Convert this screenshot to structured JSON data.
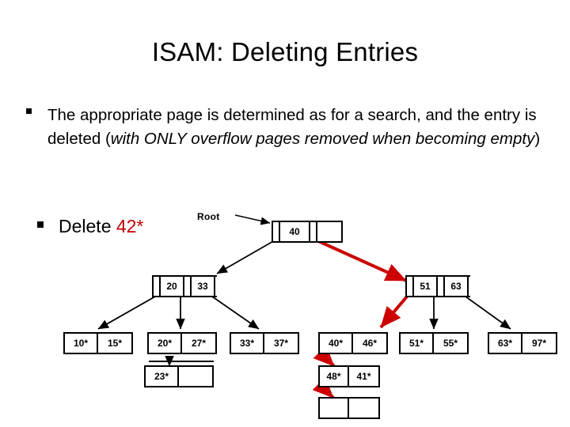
{
  "slide": {
    "title": "ISAM: Deleting Entries",
    "bullets": [
      {
        "marker": "square-bullet",
        "text_plain": "The appropriate page is determined as for a search, and the entry is deleted (",
        "text_italic": "with ONLY overflow pages removed when becoming empty",
        "text_tail": ")"
      },
      {
        "marker": "square-bullet",
        "label": "Delete ",
        "key": "42*"
      }
    ],
    "colors": {
      "red_accent": "#c00000",
      "red_arrow": "#cc0000",
      "text": "#000000",
      "background": "#ffffff"
    }
  },
  "diagram": {
    "root_caption": "Root",
    "root_node": {
      "name": "root-node",
      "cells": [
        "",
        "40",
        "",
        ""
      ]
    },
    "index_nodes": [
      {
        "name": "index-node-left",
        "cells": [
          "",
          "20",
          "",
          "33",
          ""
        ]
      },
      {
        "name": "index-node-right",
        "cells": [
          "",
          "51",
          "",
          "63",
          ""
        ]
      }
    ],
    "leaf_nodes": [
      {
        "name": "leaf-node-1",
        "cells": [
          "10*",
          "15*"
        ]
      },
      {
        "name": "leaf-node-2",
        "cells": [
          "20*",
          "27*"
        ]
      },
      {
        "name": "leaf-node-3",
        "cells": [
          "33*",
          "37*"
        ]
      },
      {
        "name": "leaf-node-4",
        "cells": [
          "40*",
          "46*"
        ]
      },
      {
        "name": "leaf-node-5",
        "cells": [
          "51*",
          "55*"
        ]
      },
      {
        "name": "leaf-node-6",
        "cells": [
          "63*",
          "97*"
        ]
      }
    ],
    "overflow_nodes": [
      {
        "name": "overflow-node-1",
        "cells": [
          "23*",
          ""
        ]
      },
      {
        "name": "overflow-node-2",
        "cells": [
          "48*",
          "41*"
        ]
      },
      {
        "name": "overflow-node-3",
        "cells": [
          "",
          ""
        ]
      }
    ]
  }
}
